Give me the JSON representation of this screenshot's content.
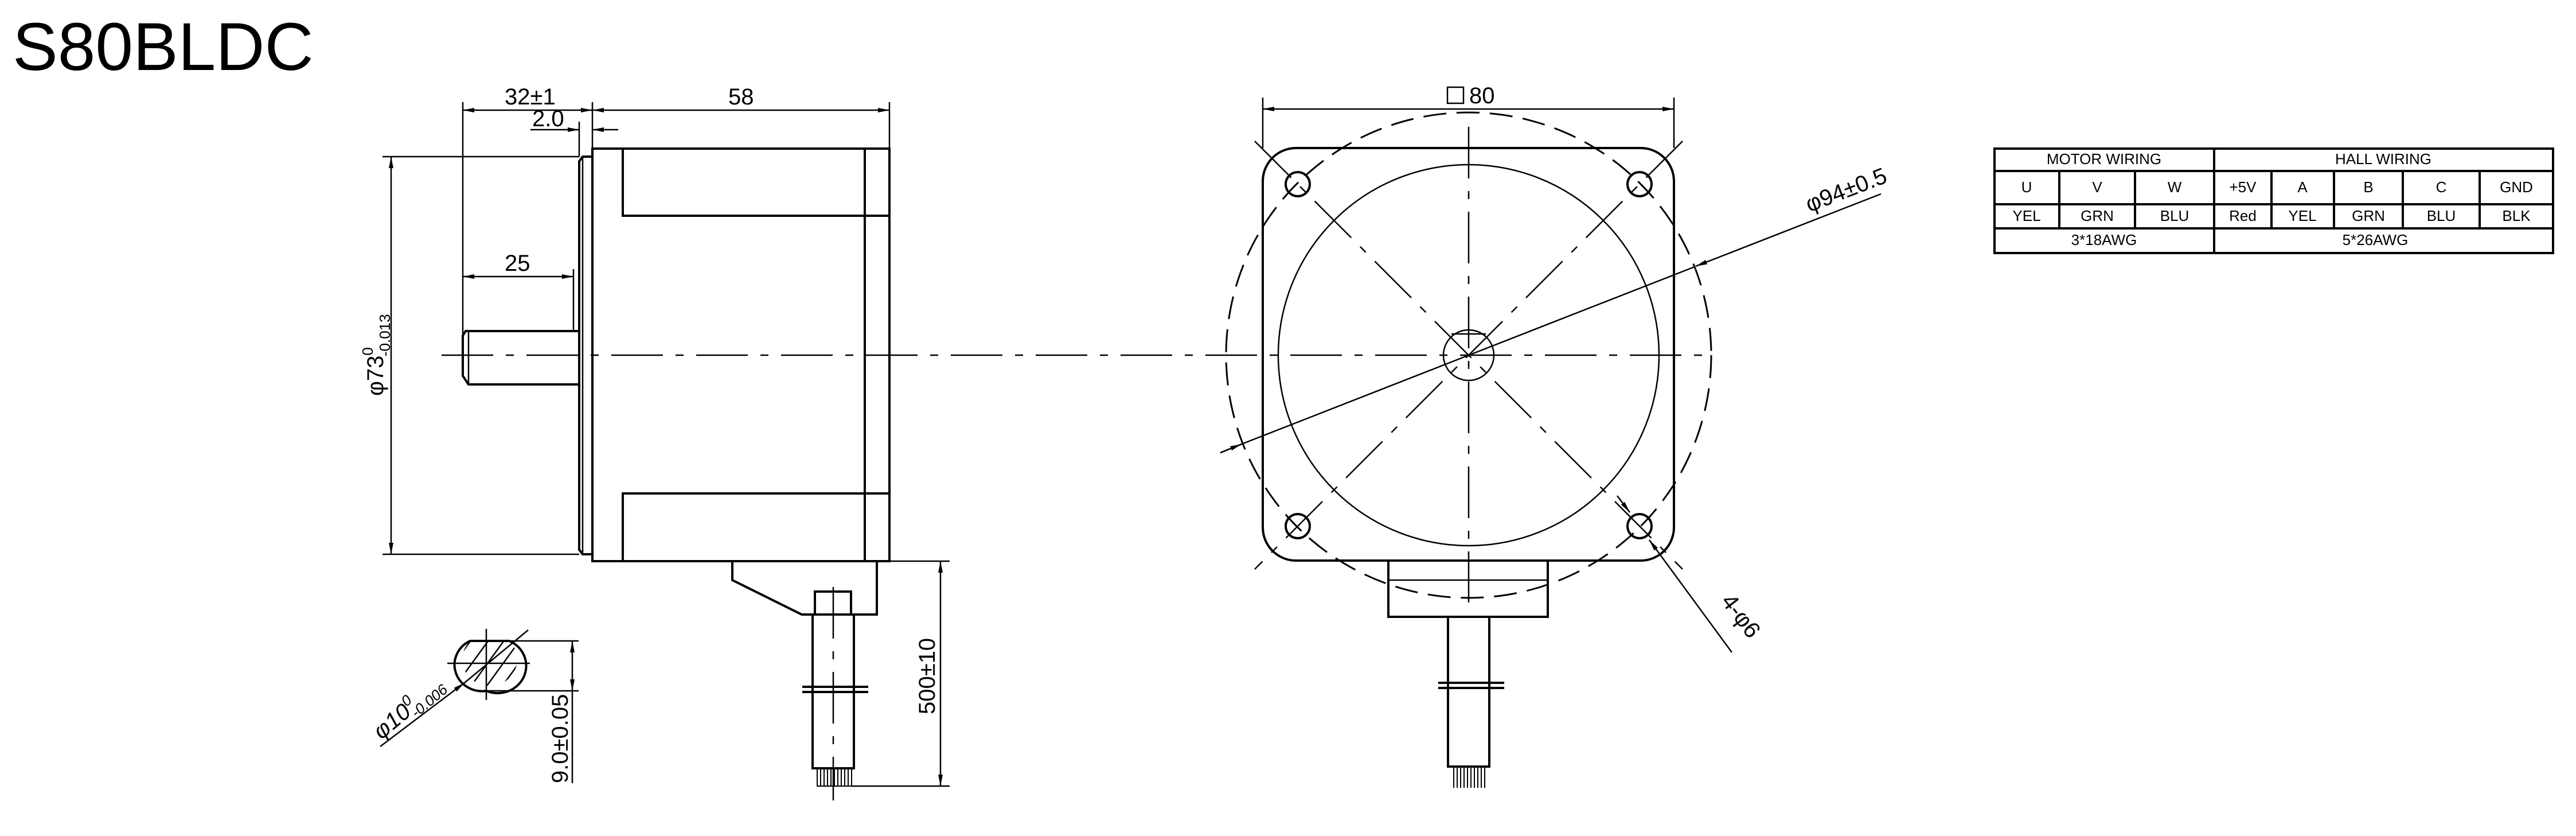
{
  "title": "S80BLDC",
  "side_view": {
    "shaft_length": "32±1",
    "flange_thickness": "2.0",
    "body_length": "58",
    "flat_length": "25",
    "pilot_diameter": {
      "base": "φ73",
      "upper": "0",
      "lower": "-0.013"
    },
    "cable_length": "500±10"
  },
  "shaft_section": {
    "diameter": {
      "base": "φ10",
      "upper": "0",
      "lower": "-0.006"
    },
    "flat_height": "9.0±0.05"
  },
  "front_view": {
    "square_size": "80",
    "bolt_circle": "φ94±0.5",
    "holes": "4-φ6"
  },
  "wiring_table": {
    "motor": {
      "header": "MOTOR  WIRING",
      "signals": [
        "U",
        "V",
        "W"
      ],
      "colors": [
        "YEL",
        "GRN",
        "BLU"
      ],
      "gauge": "3*18AWG"
    },
    "hall": {
      "header": "HALL  WIRING",
      "signals": [
        "+5V",
        "A",
        "B",
        "C",
        "GND"
      ],
      "colors": [
        "Red",
        "YEL",
        "GRN",
        "BLU",
        "BLK"
      ],
      "gauge": "5*26AWG"
    }
  }
}
